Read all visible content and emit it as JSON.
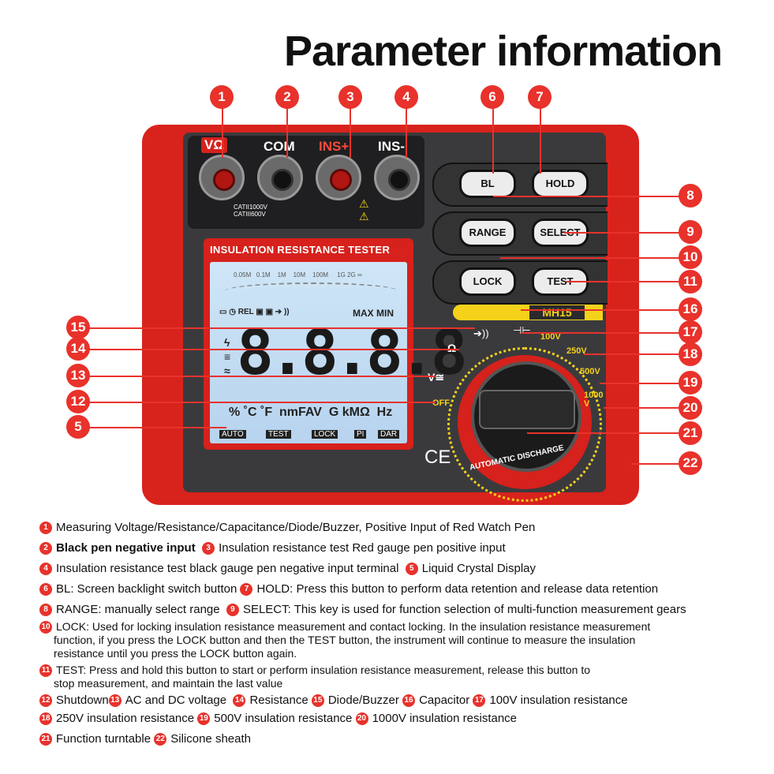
{
  "title": "Parameter information",
  "jacks": {
    "vohm": "VΩ",
    "com": "COM",
    "ins_plus": "INS+",
    "ins_minus": "INS-",
    "cat1": "CATII1000V",
    "cat2": "CATIII600V"
  },
  "lcd": {
    "header": "INSULATION RESISTANCE TESTER",
    "scale": [
      "0.05M",
      "0.1M",
      "1M",
      "10M",
      "100M",
      "1G",
      "2G",
      "∞"
    ],
    "rel": "REL",
    "maxmin": "MAX MIN",
    "digits": "8.8.8.8",
    "units": "% ˚C ˚F",
    "units2": "nmFAV",
    "units3": "G kMΩ",
    "hz": "Hz",
    "bottom": [
      "AUTO",
      "TEST",
      "LOCK",
      "PI",
      "DAR"
    ]
  },
  "buttons": {
    "bl": "BL",
    "hold": "HOLD",
    "range": "RANGE",
    "select": "SELECT",
    "lock": "LOCK",
    "test": "TEST"
  },
  "model": "MH15",
  "dial": {
    "v100": "100V",
    "v250": "250V",
    "v500": "500V",
    "v1000": "1000 V",
    "off": "OFF",
    "ohm": "Ω",
    "vac": "V≅",
    "discharge": "AUTOMATIC DISCHARGE"
  },
  "ce": "CE",
  "callouts": [
    "1",
    "2",
    "3",
    "4",
    "6",
    "7",
    "8",
    "9",
    "10",
    "11",
    "16",
    "17",
    "18",
    "19",
    "20",
    "21",
    "22",
    "15",
    "14",
    "13",
    "12",
    "5"
  ],
  "legend": [
    {
      "n": "1",
      "text": "Measuring Voltage/Resistance/Capacitance/Diode/Buzzer, Positive Input of Red Watch Pen"
    },
    {
      "n": "2",
      "text": "Black pen negative input",
      "n2": "3",
      "text2": "Insulation resistance test Red gauge pen positive input"
    },
    {
      "n": "4",
      "text": "Insulation resistance test black gauge pen negative input terminal",
      "n2": "5",
      "text2": "Liquid Crystal Display"
    },
    {
      "n": "6",
      "text": "BL: Screen backlight switch button",
      "n2": "7",
      "text2": "HOLD: Press this button to perform data retention and release data retention"
    },
    {
      "n": "8",
      "text": "RANGE: manually select range",
      "n2": "9",
      "text2": "SELECT: This key is used for function selection of multi-function measurement gears"
    },
    {
      "n": "10",
      "text": "LOCK: Used for locking insulation resistance measurement and contact locking. In the insulation resistance measurement",
      "l2": "function, if you press the LOCK button and then the TEST button, the instrument will continue to measure the insulation",
      "l3": "resistance until you press the LOCK button again."
    },
    {
      "n": "11",
      "text": "TEST: Press and hold this button to start or perform insulation resistance measurement, release this button to",
      "l2": "stop measurement, and maintain the last value"
    },
    {
      "n": "12",
      "text": "Shutdown",
      "n2": "13",
      "text2": "AC and DC voltage",
      "n3": "14",
      "text3": "Resistance",
      "n4": "15",
      "text4": "Diode/Buzzer",
      "n5": "16",
      "text5": "Capacitor",
      "n6": "17",
      "text6": "100V insulation resistance"
    },
    {
      "n": "18",
      "text": "250V insulation resistance",
      "n2": "19",
      "text2": "500V insulation resistance",
      "n3": "20",
      "text3": "1000V insulation resistance"
    },
    {
      "n": "21",
      "text": "Function turntable",
      "n2": "22",
      "text2": "Silicone sheath"
    }
  ]
}
